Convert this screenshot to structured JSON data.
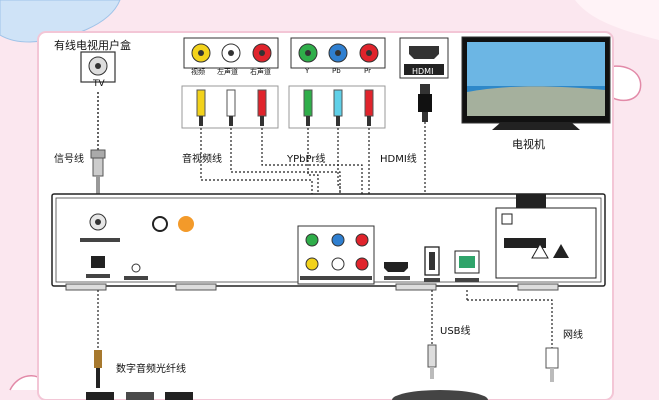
{
  "labels": {
    "cable_box": "有线电视用户盒",
    "tv_port": "TV",
    "signal_line": "信号线",
    "av_line": "音视频线",
    "ypbpr_line": "YPbPr线",
    "hdmi_line": "HDMI线",
    "tv": "电视机",
    "usb_line": "USB线",
    "net_line": "网线",
    "optical_line": "数字音频光纤线"
  },
  "top_ports": {
    "av": [
      "视频",
      "左声道",
      "右声道"
    ],
    "ypbpr": [
      "Y",
      "Pb",
      "Pr"
    ],
    "hdmi": "HDMI"
  },
  "colors": {
    "background": "#fbe7ef",
    "video_yellow": "#f2d21b",
    "white": "#ffffff",
    "audio_red": "#e0242c",
    "y_green": "#2fae4a",
    "pb_blue": "#2f7fd0",
    "pr_red": "#e0242c",
    "cable_dotted": "#222222"
  }
}
